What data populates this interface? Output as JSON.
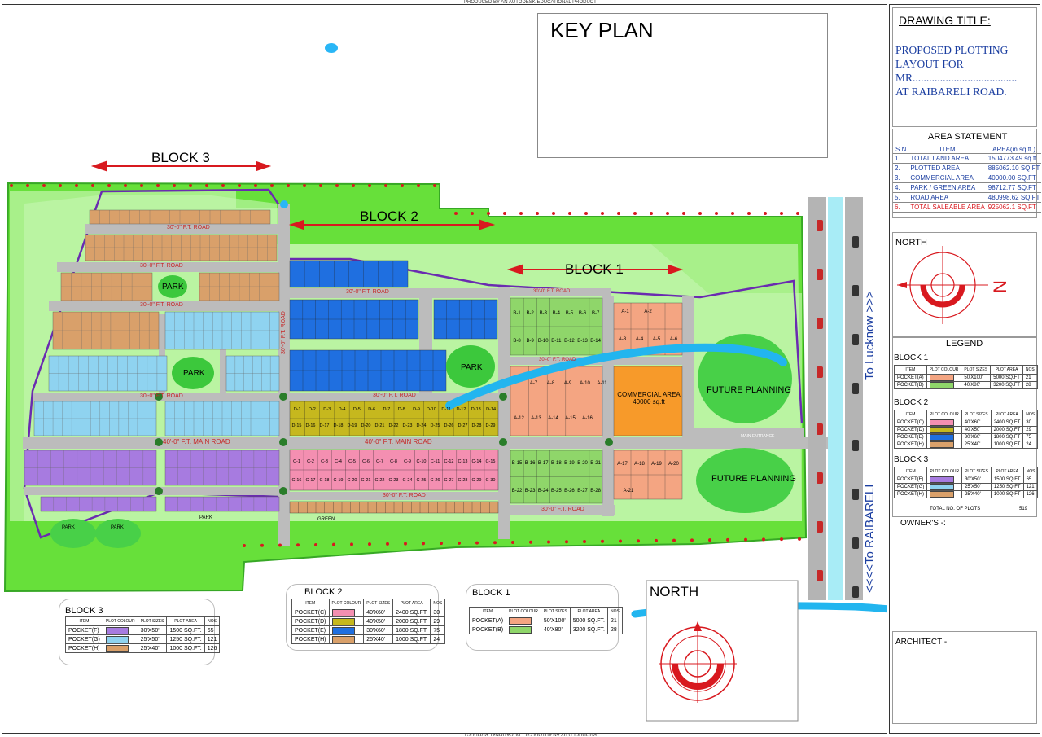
{
  "header": {
    "credit": "PRODUCED BY AN AUTODESK EDUCATIONAL PRODUCT"
  },
  "key_plan": {
    "label": "KEY PLAN"
  },
  "title_block": {
    "drawing_title_label": "DRAWING TITLE:",
    "lines": [
      "PROPOSED PLOTTING",
      "LAYOUT FOR",
      "MR......................................",
      "AT  RAIBARELI  ROAD."
    ],
    "area_statement": {
      "heading": "AREA STATEMENT",
      "col_sn": "S.N",
      "col_item": "ITEM",
      "col_area": "AREA(in sq.ft.)",
      "rows": [
        {
          "sn": "1.",
          "item": "TOTAL LAND  AREA",
          "area": "1504773.49 sq.ft"
        },
        {
          "sn": "2.",
          "item": "PLOTTED AREA",
          "area": "885062.10 SQ.FT"
        },
        {
          "sn": "3.",
          "item": "COMMERCIAL AREA",
          "area": "40000.00 SQ.FT"
        },
        {
          "sn": "4.",
          "item": "PARK / GREEN AREA",
          "area": "98712.77 SQ.FT"
        },
        {
          "sn": "5.",
          "item": "ROAD AREA",
          "area": "480998.62 SQ.FT"
        },
        {
          "sn": "6.",
          "item": "TOTAL SALEABLE AREA",
          "area": "925062.1 SQ.FT"
        }
      ]
    },
    "north_label": "NORTH",
    "legend": {
      "heading": "LEGEND",
      "headers": [
        "ITEM",
        "PLOT COLOUR",
        "PLOT SIZES",
        "PLOT AREA",
        "NOS"
      ],
      "blocks": [
        {
          "name": "BLOCK 1",
          "rows": [
            {
              "item": "POCKET(A)",
              "color": "#f4a582",
              "size": "50'X100'",
              "area": "5000 SQ.FT",
              "nos": "21"
            },
            {
              "item": "POCKET(B)",
              "color": "#8fd66a",
              "size": "40'X80'",
              "area": "3200 SQ.FT",
              "nos": "28"
            }
          ]
        },
        {
          "name": "BLOCK 2",
          "rows": [
            {
              "item": "POCKET(C)",
              "color": "#f48fb1",
              "size": "40'X60'",
              "area": "2400 SQ.FT",
              "nos": "30"
            },
            {
              "item": "POCKET(D)",
              "color": "#c6b81e",
              "size": "40'X50'",
              "area": "2000 SQ.FT",
              "nos": "29"
            },
            {
              "item": "POCKET(E)",
              "color": "#1f6fe0",
              "size": "30'X60'",
              "area": "1800 SQ.FT",
              "nos": "75"
            },
            {
              "item": "POCKET(H)",
              "color": "#d9a06a",
              "size": "25'X40'",
              "area": "1000 SQ.FT",
              "nos": "24"
            }
          ]
        },
        {
          "name": "BLOCK 3",
          "rows": [
            {
              "item": "POCKET(F)",
              "color": "#a77be0",
              "size": "30'X50'",
              "area": "1500 SQ.FT",
              "nos": "65"
            },
            {
              "item": "POCKET(G)",
              "color": "#8fd3f0",
              "size": "25'X50'",
              "area": "1250 SQ.FT",
              "nos": "121"
            },
            {
              "item": "POCKET(H)",
              "color": "#d9a06a",
              "size": "25'X40'",
              "area": "1000 SQ.FT",
              "nos": "126"
            }
          ]
        }
      ],
      "total_label": "TOTAL NO. OF PLOTS",
      "total_value": "519"
    },
    "owners_label": "OWNER'S -:",
    "architect_label": "ARCHITECT -:"
  },
  "plan": {
    "block_labels": [
      "BLOCK 3",
      "BLOCK 2",
      "BLOCK 1"
    ],
    "roads": {
      "road30": "30'-0\" F.T. ROAD",
      "main_road": "40'-0\" F.T.  MAIN ROAD",
      "vertical_road": "30'-0\" F.T. ROAD"
    },
    "park": "PARK",
    "green": "GREEN",
    "future_planning": "FUTURE PLANNING",
    "commercial": "COMMERCIAL AREA 40000 sq.ft",
    "main_entrance": "MAIN ENTRANCE",
    "to_lucknow": "To Lucknow >>>",
    "to_raibareli": "<<<<To RAIBARELI",
    "north_label": "NORTH",
    "pocket_a": [
      "A-1",
      "A-2",
      "A-3",
      "A-4",
      "A-5",
      "A-6",
      "A-7",
      "A-8",
      "A-9",
      "A-10",
      "A-11",
      "A-12",
      "A-13",
      "A-14",
      "A-15",
      "A-16",
      "A-17",
      "A-18",
      "A-19",
      "A-20",
      "A-21"
    ],
    "pocket_b": [
      "B-1",
      "B-2",
      "B-3",
      "B-4",
      "B-5",
      "B-6",
      "B-7",
      "B-8",
      "B-9",
      "B-10",
      "B-11",
      "B-12",
      "B-13",
      "B-14",
      "B-15",
      "B-16",
      "B-17",
      "B-18",
      "B-19",
      "B-20",
      "B-21",
      "B-22",
      "B-23",
      "B-24",
      "B-25",
      "B-26",
      "B-27",
      "B-28"
    ],
    "pocket_c": [
      "C-1",
      "C-2",
      "C-3",
      "C-4",
      "C-5",
      "C-6",
      "C-7",
      "C-8",
      "C-9",
      "C-10",
      "C-11",
      "C-12",
      "C-13",
      "C-14",
      "C-15",
      "C-16",
      "C-17",
      "C-18",
      "C-19",
      "C-20",
      "C-21",
      "C-22",
      "C-23",
      "C-24",
      "C-25",
      "C-26",
      "C-27",
      "C-28",
      "C-29",
      "C-30"
    ],
    "pocket_d": [
      "D-1",
      "D-2",
      "D-3",
      "D-4",
      "D-5",
      "D-6",
      "D-7",
      "D-8",
      "D-9",
      "D-10",
      "D-11",
      "D-12",
      "D-13",
      "D-14",
      "D-15",
      "D-16",
      "D-17",
      "D-18",
      "D-19",
      "D-20",
      "D-21",
      "D-22",
      "D-23",
      "D-24",
      "D-25",
      "D-26",
      "D-27",
      "D-28",
      "D-29"
    ]
  },
  "block_tables": [
    {
      "name": "BLOCK 3",
      "headers": [
        "ITEM",
        "PLOT COLOUR",
        "PLOT SIZES",
        "PLOT AREA",
        "NOS"
      ],
      "rows": [
        {
          "item": "POCKET(F)",
          "color": "#a77be0",
          "size": "30'X50'",
          "area": "1500 SQ.FT.",
          "nos": "65"
        },
        {
          "item": "POCKET(G)",
          "color": "#8fd3f0",
          "size": "25'X50'",
          "area": "1250 SQ.FT.",
          "nos": "121"
        },
        {
          "item": "POCKET(H)",
          "color": "#d9a06a",
          "size": "25'X40'",
          "area": "1000 SQ.FT.",
          "nos": "126"
        }
      ]
    },
    {
      "name": "BLOCK 2",
      "headers": [
        "ITEM",
        "PLOT COLOUR",
        "PLOT SIZES",
        "PLOT AREA",
        "NOS"
      ],
      "rows": [
        {
          "item": "POCKET(C)",
          "color": "#f48fb1",
          "size": "40'X60'",
          "area": "2400 SQ.FT.",
          "nos": "30"
        },
        {
          "item": "POCKET(D)",
          "color": "#c6b81e",
          "size": "40'X50'",
          "area": "2000 SQ.FT.",
          "nos": "29"
        },
        {
          "item": "POCKET(E)",
          "color": "#1f6fe0",
          "size": "30'X60'",
          "area": "1800 SQ.FT.",
          "nos": "75"
        },
        {
          "item": "POCKET(H)",
          "color": "#d9a06a",
          "size": "25'X40'",
          "area": "1000 SQ.FT.",
          "nos": "24"
        }
      ]
    },
    {
      "name": "BLOCK 1",
      "headers": [
        "ITEM",
        "PLOT COLOUR",
        "PLOT SIZES",
        "PLOT AREA",
        "NOS"
      ],
      "rows": [
        {
          "item": "POCKET(A)",
          "color": "#f4a582",
          "size": "50'X100'",
          "area": "5000 SQ.FT.",
          "nos": "21"
        },
        {
          "item": "POCKET(B)",
          "color": "#8fd66a",
          "size": "40'X80'",
          "area": "3200 SQ.FT.",
          "nos": "28"
        }
      ]
    }
  ]
}
